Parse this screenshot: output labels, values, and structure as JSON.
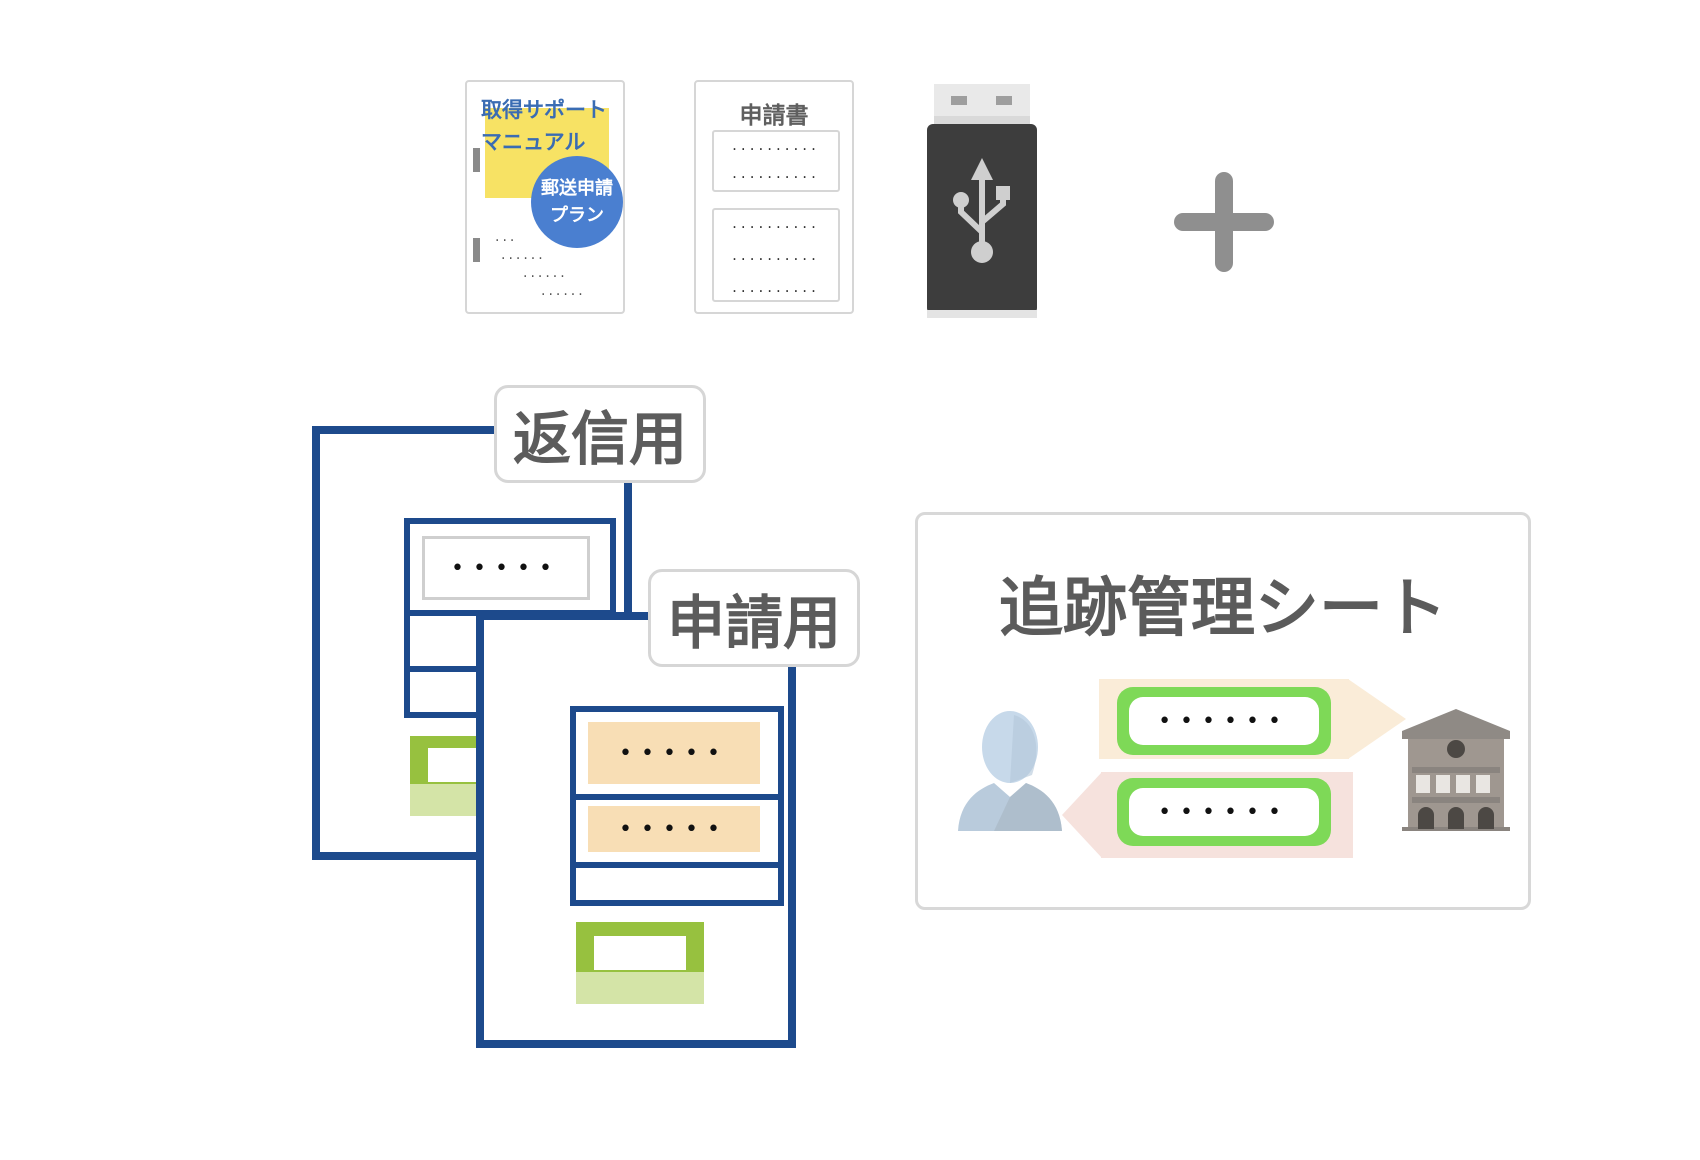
{
  "manual": {
    "title_line1": "取得サポート",
    "title_line2": "マニュアル",
    "plan_line1": "郵送申請",
    "plan_line2": "プラン",
    "dots_a": "...",
    "dots_b": "......",
    "dots_c": "......",
    "dots_d": "......"
  },
  "application_form": {
    "heading": "申請書",
    "row1": "..........",
    "row2": "..........",
    "row3": "..........",
    "row4": "..........",
    "row5": ".........."
  },
  "usb": {
    "icon": "usb-icon",
    "body_color": "#3d3d3d"
  },
  "plus": {
    "icon": "plus-icon",
    "color": "#8f8f8f"
  },
  "envelopes": {
    "return_label": "返信用",
    "apply_label": "申請用",
    "return_address_dots": "•••••",
    "apply_address_dots_1": "•••••",
    "apply_address_dots_2": "•••••",
    "border_color": "#1d4a8c"
  },
  "tracking_sheet": {
    "title": "追跡管理シート",
    "message_outgoing": "••••••",
    "message_incoming": "••••••",
    "user_icon": "user-icon",
    "office_icon": "government-building-icon"
  }
}
